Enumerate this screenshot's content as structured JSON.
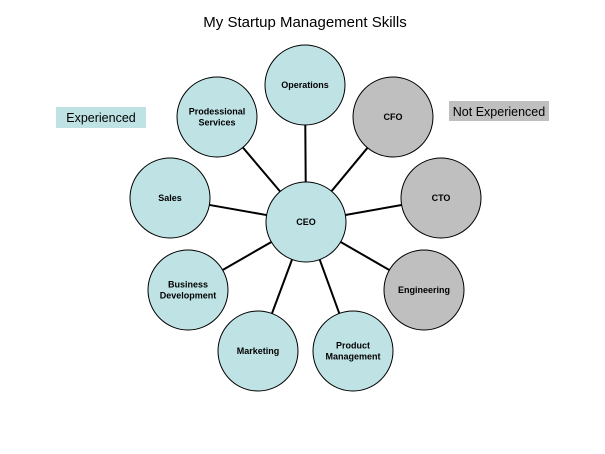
{
  "title": "My Startup Management Skills",
  "legend": {
    "experienced": {
      "label": "Experienced",
      "color": "#bfe3e5"
    },
    "not_experienced": {
      "label": "Not Experienced",
      "color": "#bfbfbf"
    }
  },
  "center": {
    "id": "ceo",
    "lines": [
      "CEO"
    ],
    "status": "experienced"
  },
  "nodes": [
    {
      "id": "operations",
      "lines": [
        "Operations"
      ],
      "status": "experienced"
    },
    {
      "id": "cfo",
      "lines": [
        "CFO"
      ],
      "status": "not_experienced"
    },
    {
      "id": "cto",
      "lines": [
        "CTO"
      ],
      "status": "not_experienced"
    },
    {
      "id": "engineering",
      "lines": [
        "Engineering"
      ],
      "status": "not_experienced"
    },
    {
      "id": "product-management",
      "lines": [
        "Product",
        "Management"
      ],
      "status": "experienced"
    },
    {
      "id": "marketing",
      "lines": [
        "Marketing"
      ],
      "status": "experienced"
    },
    {
      "id": "business-development",
      "lines": [
        "Business",
        "Development"
      ],
      "status": "experienced"
    },
    {
      "id": "sales",
      "lines": [
        "Sales"
      ],
      "status": "experienced"
    },
    {
      "id": "professional-services",
      "lines": [
        "Prodessional",
        "Services"
      ],
      "status": "experienced"
    }
  ]
}
